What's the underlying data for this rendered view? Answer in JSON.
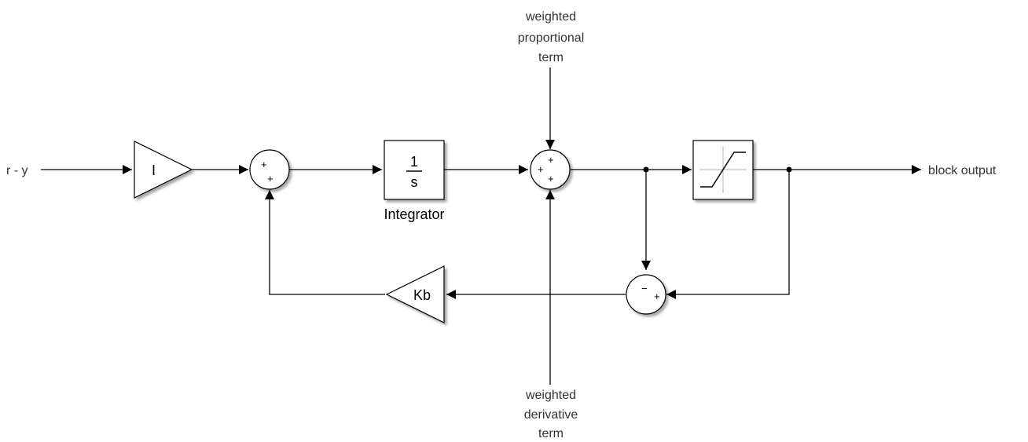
{
  "signals": {
    "input": "r - y",
    "output": "block output",
    "proportional": [
      "weighted",
      "proportional",
      "term"
    ],
    "derivative": [
      "weighted",
      "derivative",
      "term"
    ]
  },
  "blocks": {
    "gain_i": "I",
    "gain_kb": "Kb",
    "integrator_num": "1",
    "integrator_den": "s",
    "integrator_name": "Integrator"
  },
  "signs": {
    "sum1": [
      "+",
      "+"
    ],
    "sum2": [
      "+",
      "+",
      "+"
    ],
    "sum3": [
      "−",
      "+"
    ]
  }
}
